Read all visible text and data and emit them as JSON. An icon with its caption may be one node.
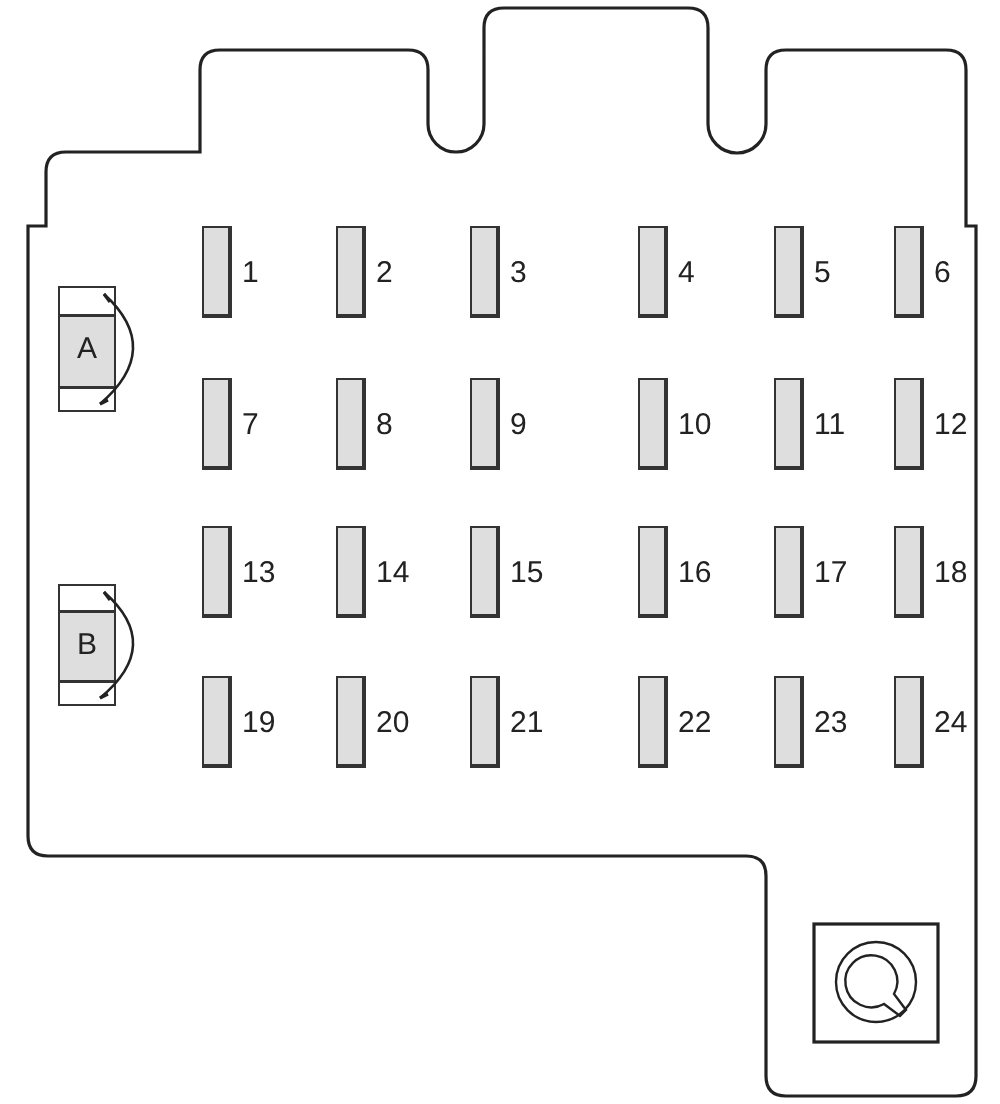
{
  "diagram": {
    "nodes": [
      {
        "text": [
          "A"
        ]
      },
      {
        "text": [
          "B"
        ]
      }
    ],
    "labels": [
      "1",
      "2",
      "3",
      "4",
      "5",
      "6",
      "7",
      "8",
      "9",
      "10",
      "11",
      "12",
      "13",
      "14",
      "15",
      "16",
      "17",
      "18",
      "19",
      "20",
      "21",
      "22",
      "23",
      "24"
    ]
  }
}
